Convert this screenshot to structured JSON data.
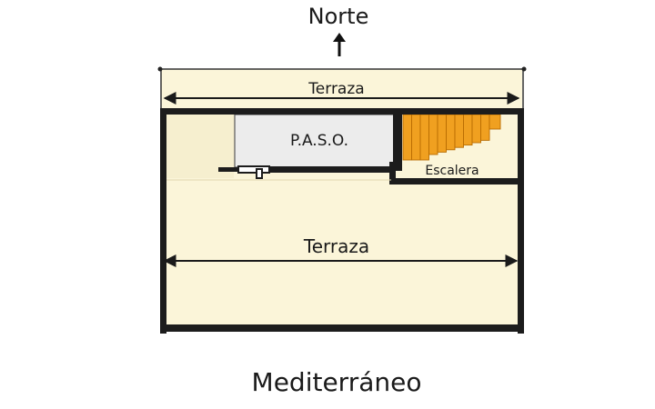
{
  "north": {
    "label": "Norte",
    "icon": "arrow-up-icon"
  },
  "south": {
    "label": "Mediterráneo"
  },
  "rooms": {
    "terrace_top": "Terraza",
    "paso": "P.A.S.O.",
    "stairs": "Escalera",
    "terrace_main": "Terraza"
  },
  "colors": {
    "floor": "#fbf5d9",
    "paso_fill": "#ececec",
    "stairs_fill": "#f0a020",
    "stairs_stroke": "#b86c00",
    "wall": "#1c1c1c"
  }
}
